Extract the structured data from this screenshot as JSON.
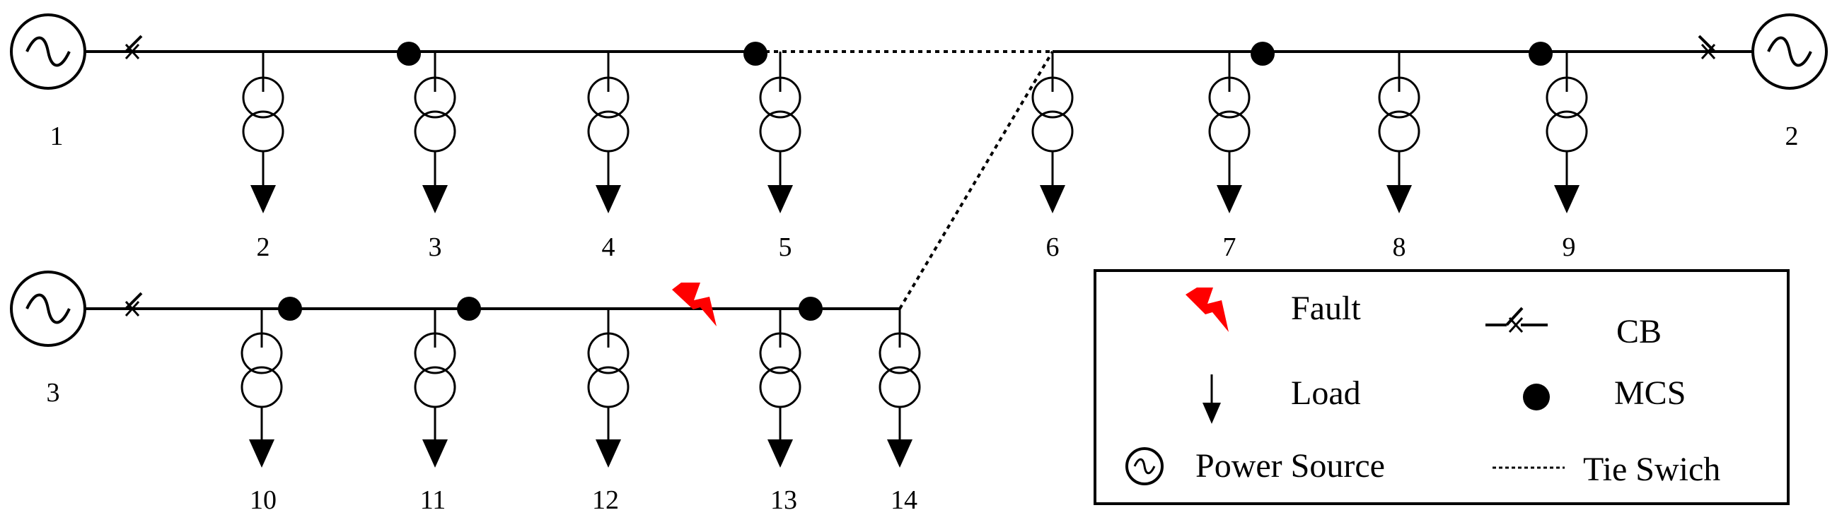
{
  "sources": [
    {
      "id": "source-1",
      "label": "1"
    },
    {
      "id": "source-2",
      "label": "2"
    },
    {
      "id": "source-3",
      "label": "3"
    }
  ],
  "loads": [
    {
      "label": "2"
    },
    {
      "label": "3"
    },
    {
      "label": "4"
    },
    {
      "label": "5"
    },
    {
      "label": "6"
    },
    {
      "label": "7"
    },
    {
      "label": "8"
    },
    {
      "label": "9"
    },
    {
      "label": "10"
    },
    {
      "label": "11"
    },
    {
      "label": "12"
    },
    {
      "label": "13"
    },
    {
      "label": "14"
    }
  ],
  "legend": {
    "fault": "Fault",
    "cb": "CB",
    "load": "Load",
    "mcs": "MCS",
    "power_source": "Power Source",
    "tie_switch": "Tie Swich"
  },
  "colors": {
    "line": "#000000",
    "fault": "#ff0000"
  }
}
